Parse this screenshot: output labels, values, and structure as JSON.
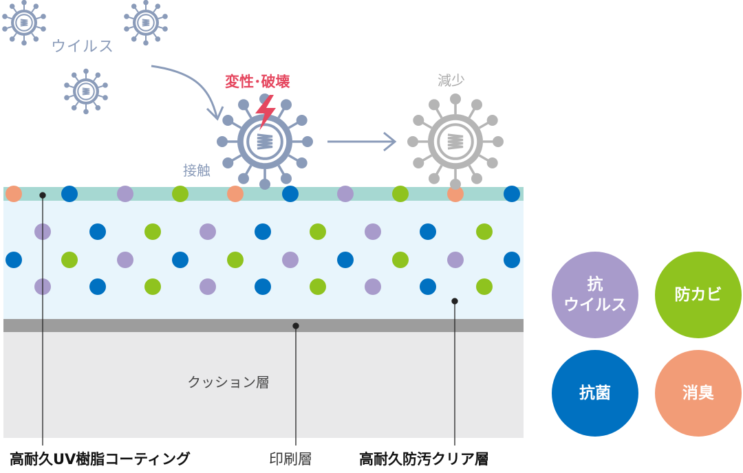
{
  "labels": {
    "virus": "ウイルス",
    "contact": "接触",
    "denature": "変性･破壊",
    "decrease": "減少",
    "cushion_layer": "クッション層",
    "uv_coating": "高耐久UV樹脂コーティング",
    "print_layer": "印刷層",
    "clear_layer": "高耐久防汚クリア層"
  },
  "legend": [
    {
      "text": "抗\nウイルス",
      "color": "#a89bcb"
    },
    {
      "text": "防カビ",
      "color": "#8fc31f"
    },
    {
      "text": "抗菌",
      "color": "#0071c1"
    },
    {
      "text": "消臭",
      "color": "#f29c77"
    }
  ],
  "colors": {
    "virus_blue": "#8a9bb9",
    "virus_gray": "#b5b5b5",
    "arrow": "#8a9bb9",
    "lightning": "#e5475f",
    "top_layer": "#a6d8d2",
    "clear_layer": "#e8f5fc",
    "print_layer": "#9d9d9d",
    "cushion_layer": "#e9e9ea"
  }
}
